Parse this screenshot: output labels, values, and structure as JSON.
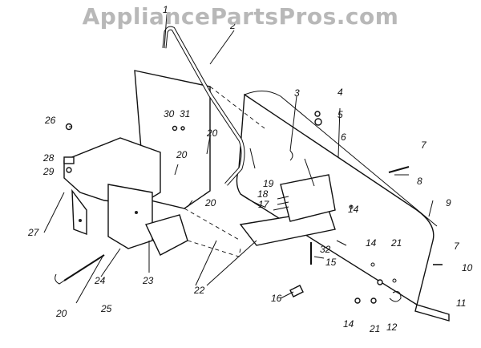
{
  "watermark": "AppliancePartsPros.com",
  "callouts": [
    "1",
    "2",
    "3",
    "4",
    "5",
    "6",
    "7",
    "8",
    "9",
    "7",
    "10",
    "11",
    "12",
    "14",
    "21",
    "14",
    "21",
    "32",
    "15",
    "16",
    "14",
    "17",
    "18",
    "19",
    "20",
    "20",
    "20",
    "30",
    "31",
    "26",
    "28",
    "29",
    "27",
    "24",
    "23",
    "22",
    "20",
    "25"
  ]
}
